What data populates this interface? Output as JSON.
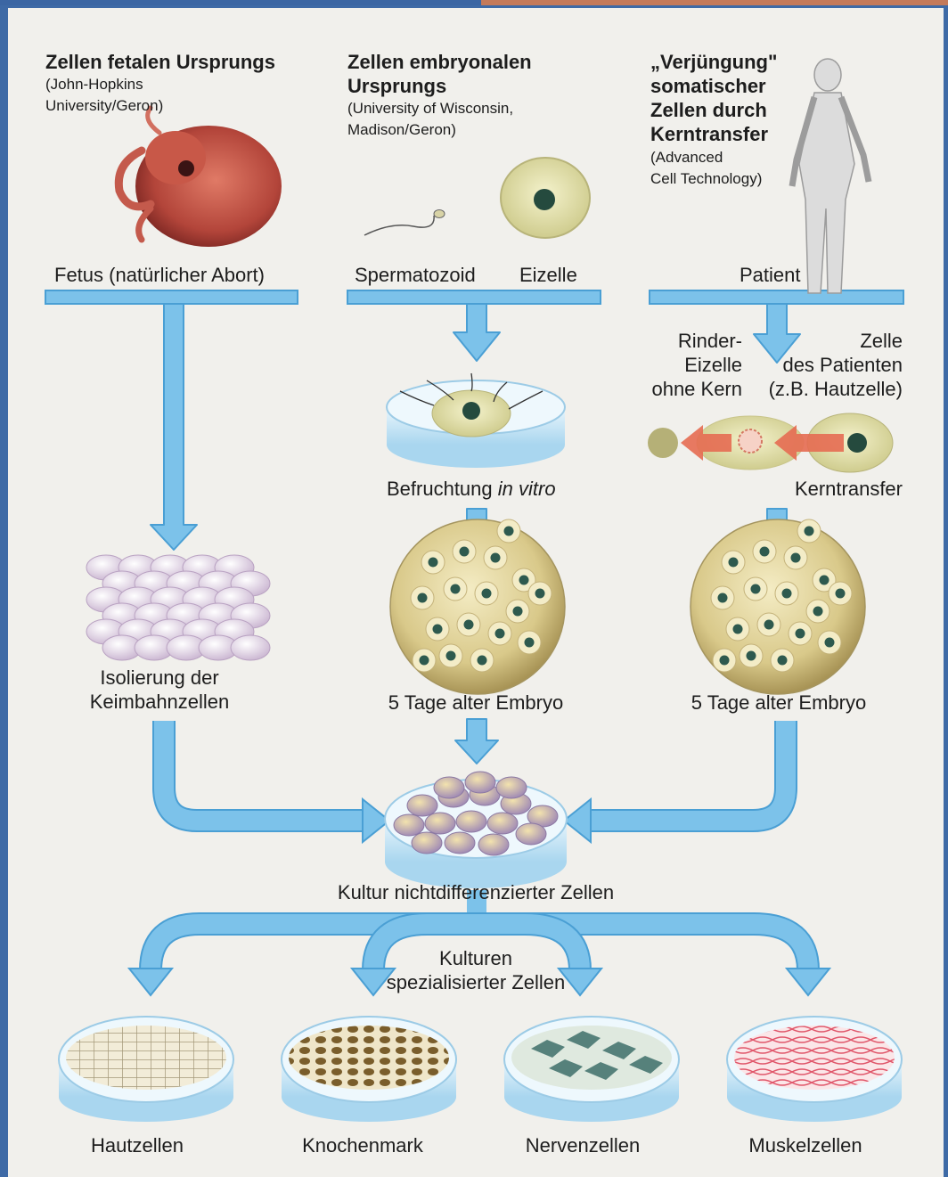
{
  "sources": {
    "fetal": {
      "title": "Zellen fetalen Ursprungs",
      "org_1": "(John-Hopkins",
      "org_2": "University/Geron)",
      "bar_label": "Fetus (natürlicher Abort)"
    },
    "embryonic": {
      "title_1": "Zellen embryonalen",
      "title_2": "Ursprungs",
      "org_1": "(University of Wisconsin,",
      "org_2": "Madison/Geron)",
      "bar_label_left": "Spermatozoid",
      "bar_label_right": "Eizelle"
    },
    "transfer": {
      "title_1": "„Verjüngung\"",
      "title_2": "somatischer",
      "title_3": "Zellen durch",
      "title_4": "Kerntransfer",
      "org_1": "(Advanced",
      "org_2": "Cell Technology)",
      "bar_label": "Patient"
    }
  },
  "steps": {
    "bovine_1": "Rinder-",
    "bovine_2": "Eizelle",
    "bovine_3": "ohne Kern",
    "patient_cell_1": "Zelle",
    "patient_cell_2": "des Patienten",
    "patient_cell_3": "(z.B. Hautzelle)",
    "fertilization": "Befruchtung",
    "fertilization_em": "in vitro",
    "nuclear_transfer": "Kerntransfer",
    "germ_1": "Isolierung der",
    "germ_2": "Keimbahnzellen",
    "embryo_mid": "5 Tage alter Embryo",
    "embryo_right": "5 Tage alter Embryo",
    "culture": "Kultur nichtdifferenzierter Zellen",
    "specialized_1": "Kulturen",
    "specialized_2": "spezialisierter Zellen"
  },
  "outputs": [
    "Hautzellen",
    "Knochenmark",
    "Nervenzellen",
    "Muskelzellen"
  ],
  "colors": {
    "arrow": "#7cc2ea",
    "arrow_stroke": "#4a9fd4",
    "dish": "#d6ecf7",
    "embryo": "#e8d7a0",
    "nucleus": "#2e5a4e",
    "egg": "#ece9b6",
    "fetus": "#b8443a",
    "germ_cell": "#e6d4e8",
    "nerve": "#3e6f6a",
    "muscle": "#e8707e"
  },
  "icons": [
    "fetus-illustration",
    "sperm-icon",
    "egg-cell-icon",
    "patient-figure",
    "petri-dish-icon",
    "embryo-icon"
  ]
}
